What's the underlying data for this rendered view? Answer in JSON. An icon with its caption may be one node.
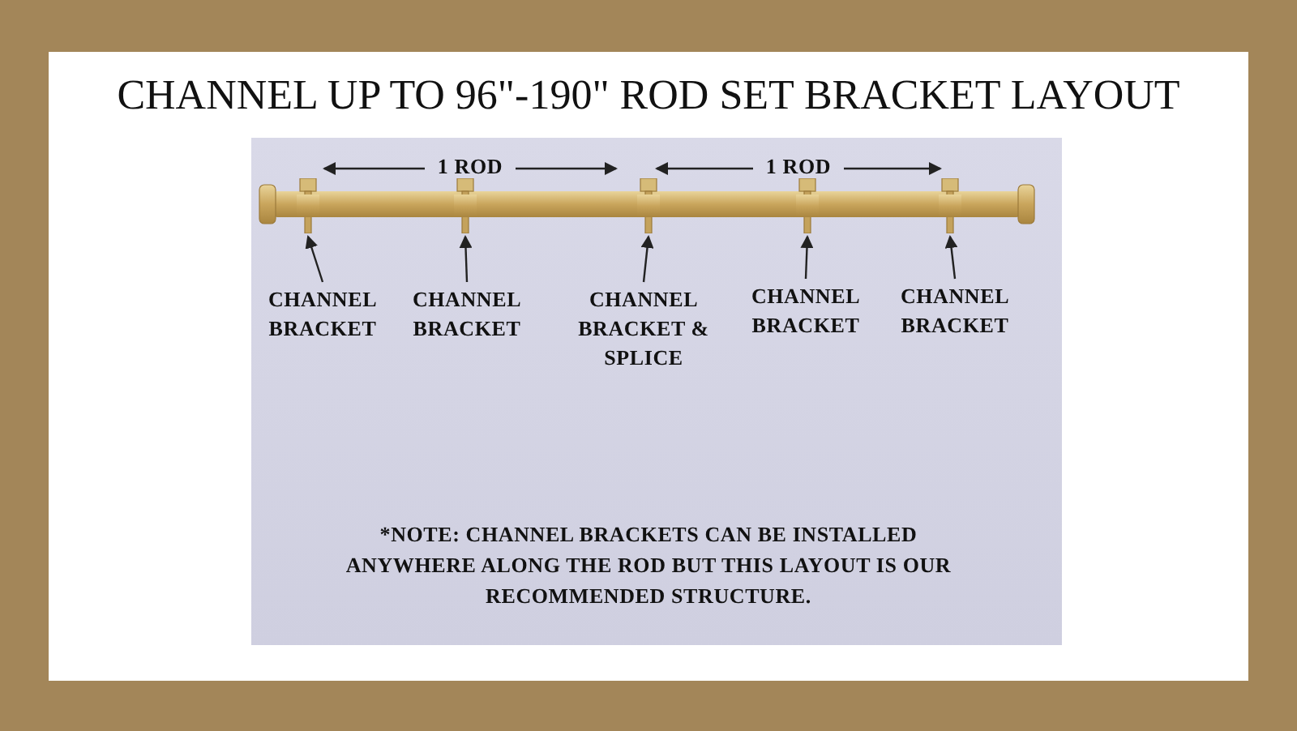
{
  "diagram": {
    "title": "CHANNEL UP TO 96\"-190\" ROD SET BRACKET LAYOUT",
    "nodes": [
      {
        "text": [],
        "shape": "picture"
      },
      {
        "text": [],
        "shape": "picture"
      },
      {
        "text": [],
        "shape": "picture"
      },
      {
        "text": [],
        "shape": "picture"
      },
      {
        "text": [],
        "shape": "picture"
      },
      {
        "text": [
          "CHANNEL BRACKET"
        ]
      },
      {
        "text": [
          "CHANNEL BRACKET"
        ]
      },
      {
        "text": [
          "CHANNEL BRACKET & SPLICE"
        ]
      },
      {
        "text": [
          "CHANNEL BRACKET"
        ]
      },
      {
        "text": [
          "CHANNEL BRACKET"
        ]
      }
    ],
    "edges": [
      {
        "from": 5,
        "to": 0,
        "arrow": "to"
      },
      {
        "from": 6,
        "to": 1,
        "arrow": "to"
      },
      {
        "from": 7,
        "to": 2,
        "arrow": "to"
      },
      {
        "from": 8,
        "to": 3,
        "arrow": "to"
      },
      {
        "from": 9,
        "to": 4,
        "arrow": "to"
      }
    ],
    "labels": [
      "1 ROD",
      "1 ROD",
      "*NOTE: CHANNEL BRACKETS CAN BE INSTALLED ANYWHERE ALONG THE ROD BUT THIS LAYOUT IS OUR RECOMMENDED STRUCTURE."
    ]
  }
}
